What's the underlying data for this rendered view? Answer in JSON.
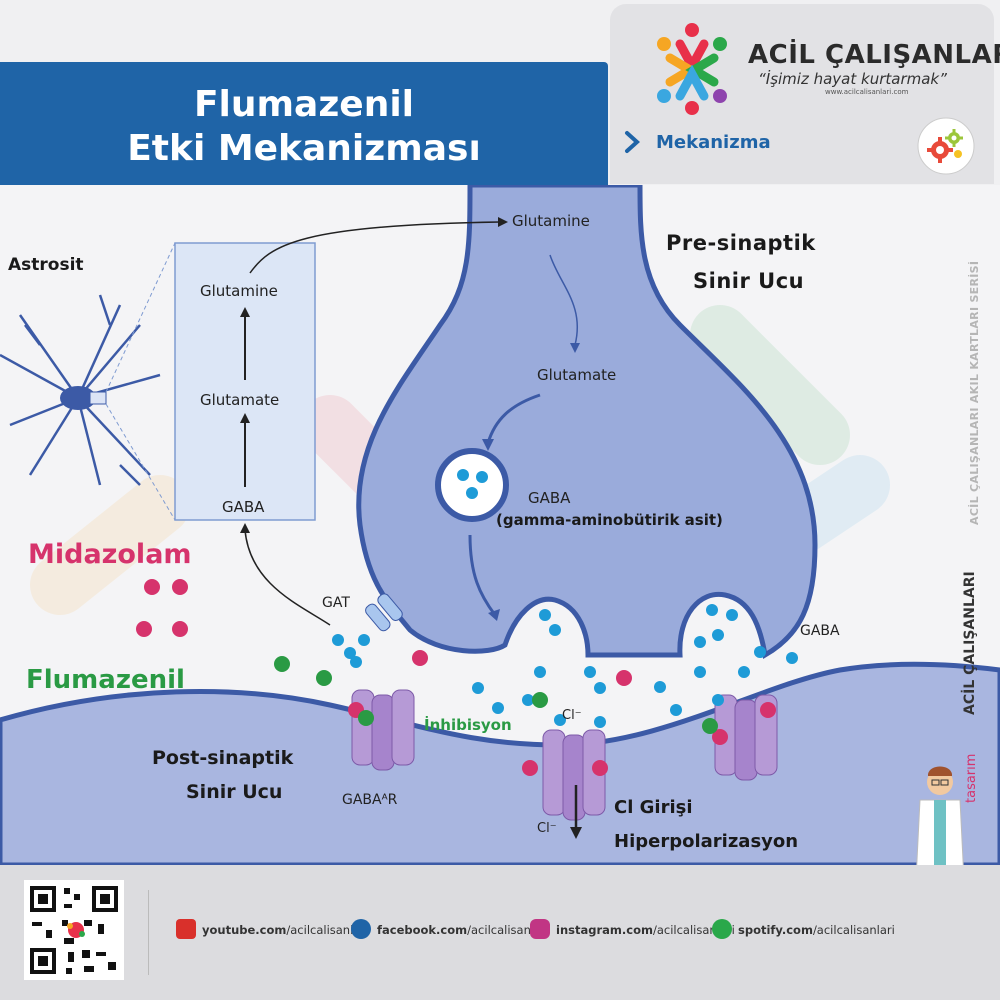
{
  "header": {
    "title_line1": "Flumazenil",
    "title_line2": "Etki Mekanizması",
    "brand_name": "ACİL ÇALIŞANLARI",
    "brand_slogan": "“İşimiz hayat kurtarmak”",
    "brand_url": "www.acilcalisanlari.com",
    "section_label": "Mekanizma",
    "section_icon": "chevron-right-icon",
    "gear_icon": "gears-icon"
  },
  "diagram": {
    "astrocyte_label": "Astrosit",
    "inset": {
      "glutamine": "Glutamine",
      "glutamate": "Glutamate",
      "gaba": "GABA"
    },
    "presynaptic_glutamine": "Glutamine",
    "presynaptic_glutamate": "Glutamate",
    "presynaptic_title_line1": "Pre-sinaptik",
    "presynaptic_title_line2": "Sinir Ucu",
    "vesicle_gaba": "GABA",
    "vesicle_gaba_desc": "(gamma-aminobütirik asit)",
    "gat_label": "GAT",
    "gaba_label_right": "GABA",
    "midazolam_label": "Midazolam",
    "flumazenil_label": "Flumazenil",
    "inhibition_label": "İnhibisyon",
    "cl_top": "Cl⁻",
    "cl_bottom": "Cl⁻",
    "postsynaptic_line1": "Post-sinaptik",
    "postsynaptic_line2": "Sinir Ucu",
    "receptor_label": "GABAᴬR",
    "cl_entry": "Cl Girişi",
    "hyperpolarization": "Hiperpolarizasyon",
    "colors": {
      "midazolam": "#d6336c",
      "flumazenil": "#2a9a44",
      "gaba": "#1e9bd7",
      "neuron": "#9aabdb",
      "neuron_edge": "#3c5aa6"
    }
  },
  "side": {
    "series_text": "ACİL ÇALIŞANLARI AKIL KARTLARI SERİSİ",
    "design_prefix": "tasarım",
    "design_brand": "ACİL ÇALIŞANLARI"
  },
  "footer": {
    "qr_icon": "qr-code-icon",
    "youtube": {
      "bold": "youtube.com",
      "rest": "/acilcalisanlari",
      "icon": "youtube-icon"
    },
    "facebook": {
      "bold": "facebook.com",
      "rest": "/acilcalisanlari",
      "icon": "facebook-icon"
    },
    "instagram": {
      "bold": "instagram.com",
      "rest": "/acilcalisanlari",
      "icon": "instagram-icon"
    },
    "spotify": {
      "bold": "spotify.com",
      "rest": "/acilcalisanlari",
      "icon": "spotify-icon"
    },
    "doctor_icon": "doctor-icon"
  }
}
